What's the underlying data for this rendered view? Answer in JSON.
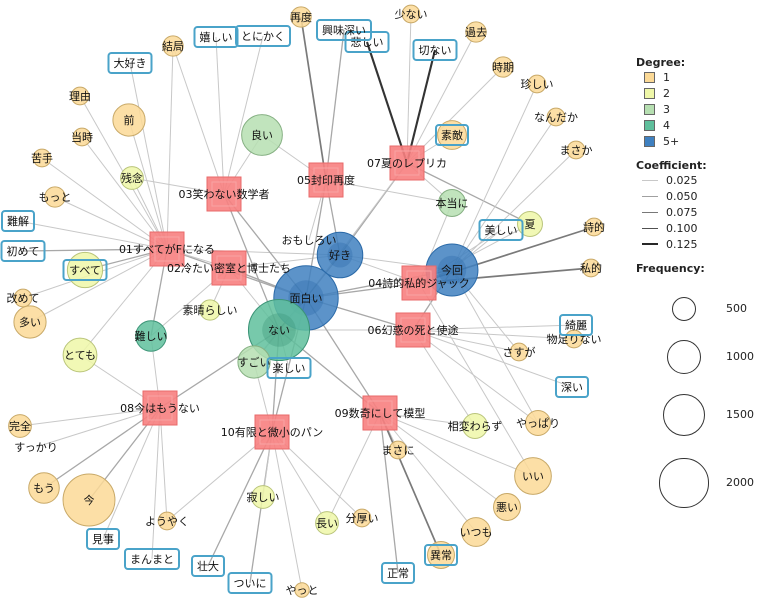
{
  "legend": {
    "degree_title": "Degree:",
    "degree": [
      {
        "label": "1",
        "color": "#fbd996"
      },
      {
        "label": "2",
        "color": "#eff7a8"
      },
      {
        "label": "3",
        "color": "#b6dfb1"
      },
      {
        "label": "4",
        "color": "#5fbf9c"
      },
      {
        "label": "5+",
        "color": "#3f80c0"
      }
    ],
    "coef_title": "Coefficient:",
    "coef": [
      {
        "label": "0.025",
        "width": 1
      },
      {
        "label": "0.050",
        "width": 1.3
      },
      {
        "label": "0.075",
        "width": 1.6
      },
      {
        "label": "0.100",
        "width": 1.9
      },
      {
        "label": "0.125",
        "width": 2.2
      }
    ],
    "freq_title": "Frequency:",
    "freq": [
      {
        "label": "500",
        "value": 500
      },
      {
        "label": "1000",
        "value": 1000
      },
      {
        "label": "1500",
        "value": 1500
      },
      {
        "label": "2000",
        "value": 2000
      }
    ]
  },
  "graph": {
    "categories": [
      {
        "id": "c01",
        "label": "01すべてがFになる"
      },
      {
        "id": "c02",
        "label": "02冷たい密室と博士たち"
      },
      {
        "id": "c03",
        "label": "03笑わない数学者"
      },
      {
        "id": "c04",
        "label": "04詩的私的ジャック"
      },
      {
        "id": "c05",
        "label": "05封印再度"
      },
      {
        "id": "c06",
        "label": "06幻惑の死と使途"
      },
      {
        "id": "c07",
        "label": "07夏のレプリカ"
      },
      {
        "id": "c08",
        "label": "08今はもうない"
      },
      {
        "id": "c09",
        "label": "09数奇にして模型"
      },
      {
        "id": "c10",
        "label": "10有限と微小のパン"
      }
    ],
    "words": [
      {
        "id": "w_omoshiroi",
        "label": "面白い",
        "degree": 5,
        "freq": 2000
      },
      {
        "id": "w_nai",
        "label": "ない",
        "degree": 4,
        "freq": 1800
      },
      {
        "id": "w_suki",
        "label": "好き",
        "degree": 5,
        "freq": 1000
      },
      {
        "id": "w_ima2",
        "label": "今回",
        "degree": 5,
        "freq": 1300
      },
      {
        "id": "w_ii_nai",
        "label": "おもしろい",
        "degree": 0,
        "freq": 0
      },
      {
        "id": "w_sugoi",
        "label": "すごい",
        "degree": 3,
        "freq": 500
      },
      {
        "id": "w_tanoshii",
        "label": "楽しい",
        "degree": 0,
        "freq": 0
      },
      {
        "id": "w_yoi",
        "label": "良い",
        "degree": 3,
        "freq": 800
      },
      {
        "id": "w_hontoni",
        "label": "本当に",
        "degree": 3,
        "freq": 350
      },
      {
        "id": "w_natsu",
        "label": "夏",
        "degree": 2,
        "freq": 300
      },
      {
        "id": "w_utsukushii",
        "label": "美しい",
        "degree": 0,
        "freq": 0
      },
      {
        "id": "w_muzukashii",
        "label": "難しい",
        "degree": 4,
        "freq": 450
      },
      {
        "id": "w_subarashii",
        "label": "素晴らしい",
        "degree": 2,
        "freq": 200
      },
      {
        "id": "w_totemo",
        "label": "とても",
        "degree": 2,
        "freq": 550
      },
      {
        "id": "w_subete",
        "label": "すべて",
        "degree": 2,
        "freq": 600
      },
      {
        "id": "w_zannen",
        "label": "残念",
        "degree": 2,
        "freq": 250
      },
      {
        "id": "w_mae",
        "label": "前",
        "degree": 1,
        "freq": 500
      },
      {
        "id": "w_ima",
        "label": "今",
        "degree": 1,
        "freq": 1300
      },
      {
        "id": "w_ii",
        "label": "いい",
        "degree": 1,
        "freq": 650
      },
      {
        "id": "w_sutekii",
        "label": "素敵",
        "degree": 1,
        "freq": 400
      },
      {
        "id": "w_mou",
        "label": "もう",
        "degree": 1,
        "freq": 450
      },
      {
        "id": "w_ooi",
        "label": "多い",
        "degree": 1,
        "freq": 500
      },
      {
        "id": "w_kanzen",
        "label": "完全",
        "degree": 1,
        "freq": 250
      },
      {
        "id": "w_sukkari",
        "label": "すっかり",
        "degree": 0,
        "freq": 0
      },
      {
        "id": "w_mikoto",
        "label": "見事",
        "degree": 0,
        "freq": 0
      },
      {
        "id": "w_manmato",
        "label": "まんまと",
        "degree": 0,
        "freq": 0
      },
      {
        "id": "w_yoyaku",
        "label": "ようやく",
        "degree": 1,
        "freq": 150
      },
      {
        "id": "w_sodai",
        "label": "壮大",
        "degree": 0,
        "freq": 0
      },
      {
        "id": "w_tsuini",
        "label": "ついに",
        "degree": 0,
        "freq": 0
      },
      {
        "id": "w_yatto",
        "label": "やっと",
        "degree": 1,
        "freq": 100
      },
      {
        "id": "w_sabishii",
        "label": "寂しい",
        "degree": 2,
        "freq": 250
      },
      {
        "id": "w_nagai",
        "label": "長い",
        "degree": 2,
        "freq": 250
      },
      {
        "id": "w_buatsui",
        "label": "分厚い",
        "degree": 1,
        "freq": 150
      },
      {
        "id": "w_masani",
        "label": "まさに",
        "degree": 1,
        "freq": 150
      },
      {
        "id": "w_seijo",
        "label": "正常",
        "degree": 0,
        "freq": 0
      },
      {
        "id": "w_ijo",
        "label": "異常",
        "degree": 1,
        "freq": 350
      },
      {
        "id": "w_itsumo",
        "label": "いつも",
        "degree": 1,
        "freq": 400
      },
      {
        "id": "w_warui",
        "label": "悪い",
        "degree": 1,
        "freq": 350
      },
      {
        "id": "w_aikawarazu",
        "label": "相変わらず",
        "degree": 2,
        "freq": 300
      },
      {
        "id": "w_yappari",
        "label": "やっぱり",
        "degree": 1,
        "freq": 300
      },
      {
        "id": "w_fukai",
        "label": "深い",
        "degree": 0,
        "freq": 0
      },
      {
        "id": "w_sasuga",
        "label": "さすが",
        "degree": 1,
        "freq": 150
      },
      {
        "id": "w_monotarinai",
        "label": "物足りない",
        "degree": 1,
        "freq": 150
      },
      {
        "id": "w_kirei",
        "label": "綺麗",
        "degree": 0,
        "freq": 0
      },
      {
        "id": "w_shiteki",
        "label": "私的",
        "degree": 1,
        "freq": 150
      },
      {
        "id": "w_shiteki2",
        "label": "詩的",
        "degree": 1,
        "freq": 150
      },
      {
        "id": "w_masaka",
        "label": "まさか",
        "degree": 1,
        "freq": 150
      },
      {
        "id": "w_nandaka",
        "label": "なんだか",
        "degree": 1,
        "freq": 150
      },
      {
        "id": "w_mezurashii",
        "label": "珍しい",
        "degree": 1,
        "freq": 150
      },
      {
        "id": "w_jiki",
        "label": "時期",
        "degree": 1,
        "freq": 200
      },
      {
        "id": "w_kako",
        "label": "過去",
        "degree": 1,
        "freq": 200
      },
      {
        "id": "w_setsunai",
        "label": "切ない",
        "degree": 0,
        "freq": 0
      },
      {
        "id": "w_sukunai",
        "label": "少ない",
        "degree": 1,
        "freq": 150
      },
      {
        "id": "w_kanashii",
        "label": "悲しい",
        "degree": 0,
        "freq": 0
      },
      {
        "id": "w_kyomibukai",
        "label": "興味深い",
        "degree": 0,
        "freq": 0
      },
      {
        "id": "w_saido",
        "label": "再度",
        "degree": 1,
        "freq": 200
      },
      {
        "id": "w_tonikaku",
        "label": "とにかく",
        "degree": 0,
        "freq": 0
      },
      {
        "id": "w_ureshii",
        "label": "嬉しい",
        "degree": 0,
        "freq": 0
      },
      {
        "id": "w_kekkyoku",
        "label": "結局",
        "degree": 1,
        "freq": 200
      },
      {
        "id": "w_daisuki",
        "label": "大好き",
        "degree": 0,
        "freq": 0
      },
      {
        "id": "w_riyu",
        "label": "理由",
        "degree": 1,
        "freq": 150
      },
      {
        "id": "w_toji",
        "label": "当時",
        "degree": 1,
        "freq": 150
      },
      {
        "id": "w_nigate",
        "label": "苦手",
        "degree": 1,
        "freq": 150
      },
      {
        "id": "w_motto",
        "label": "もっと",
        "degree": 1,
        "freq": 200
      },
      {
        "id": "w_nankai",
        "label": "難解",
        "degree": 0,
        "freq": 0
      },
      {
        "id": "w_hajimete",
        "label": "初めて",
        "degree": 0,
        "freq": 0
      },
      {
        "id": "w_aratamete",
        "label": "改めて",
        "degree": 1,
        "freq": 150
      }
    ]
  }
}
